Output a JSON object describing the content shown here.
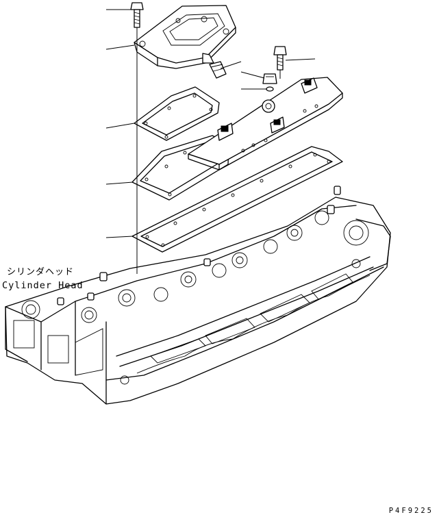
{
  "labels": {
    "cylinder_head_jp": "シリンダヘッド",
    "cylinder_head_en": "Cylinder Head"
  },
  "figure_code": "P4F9225"
}
